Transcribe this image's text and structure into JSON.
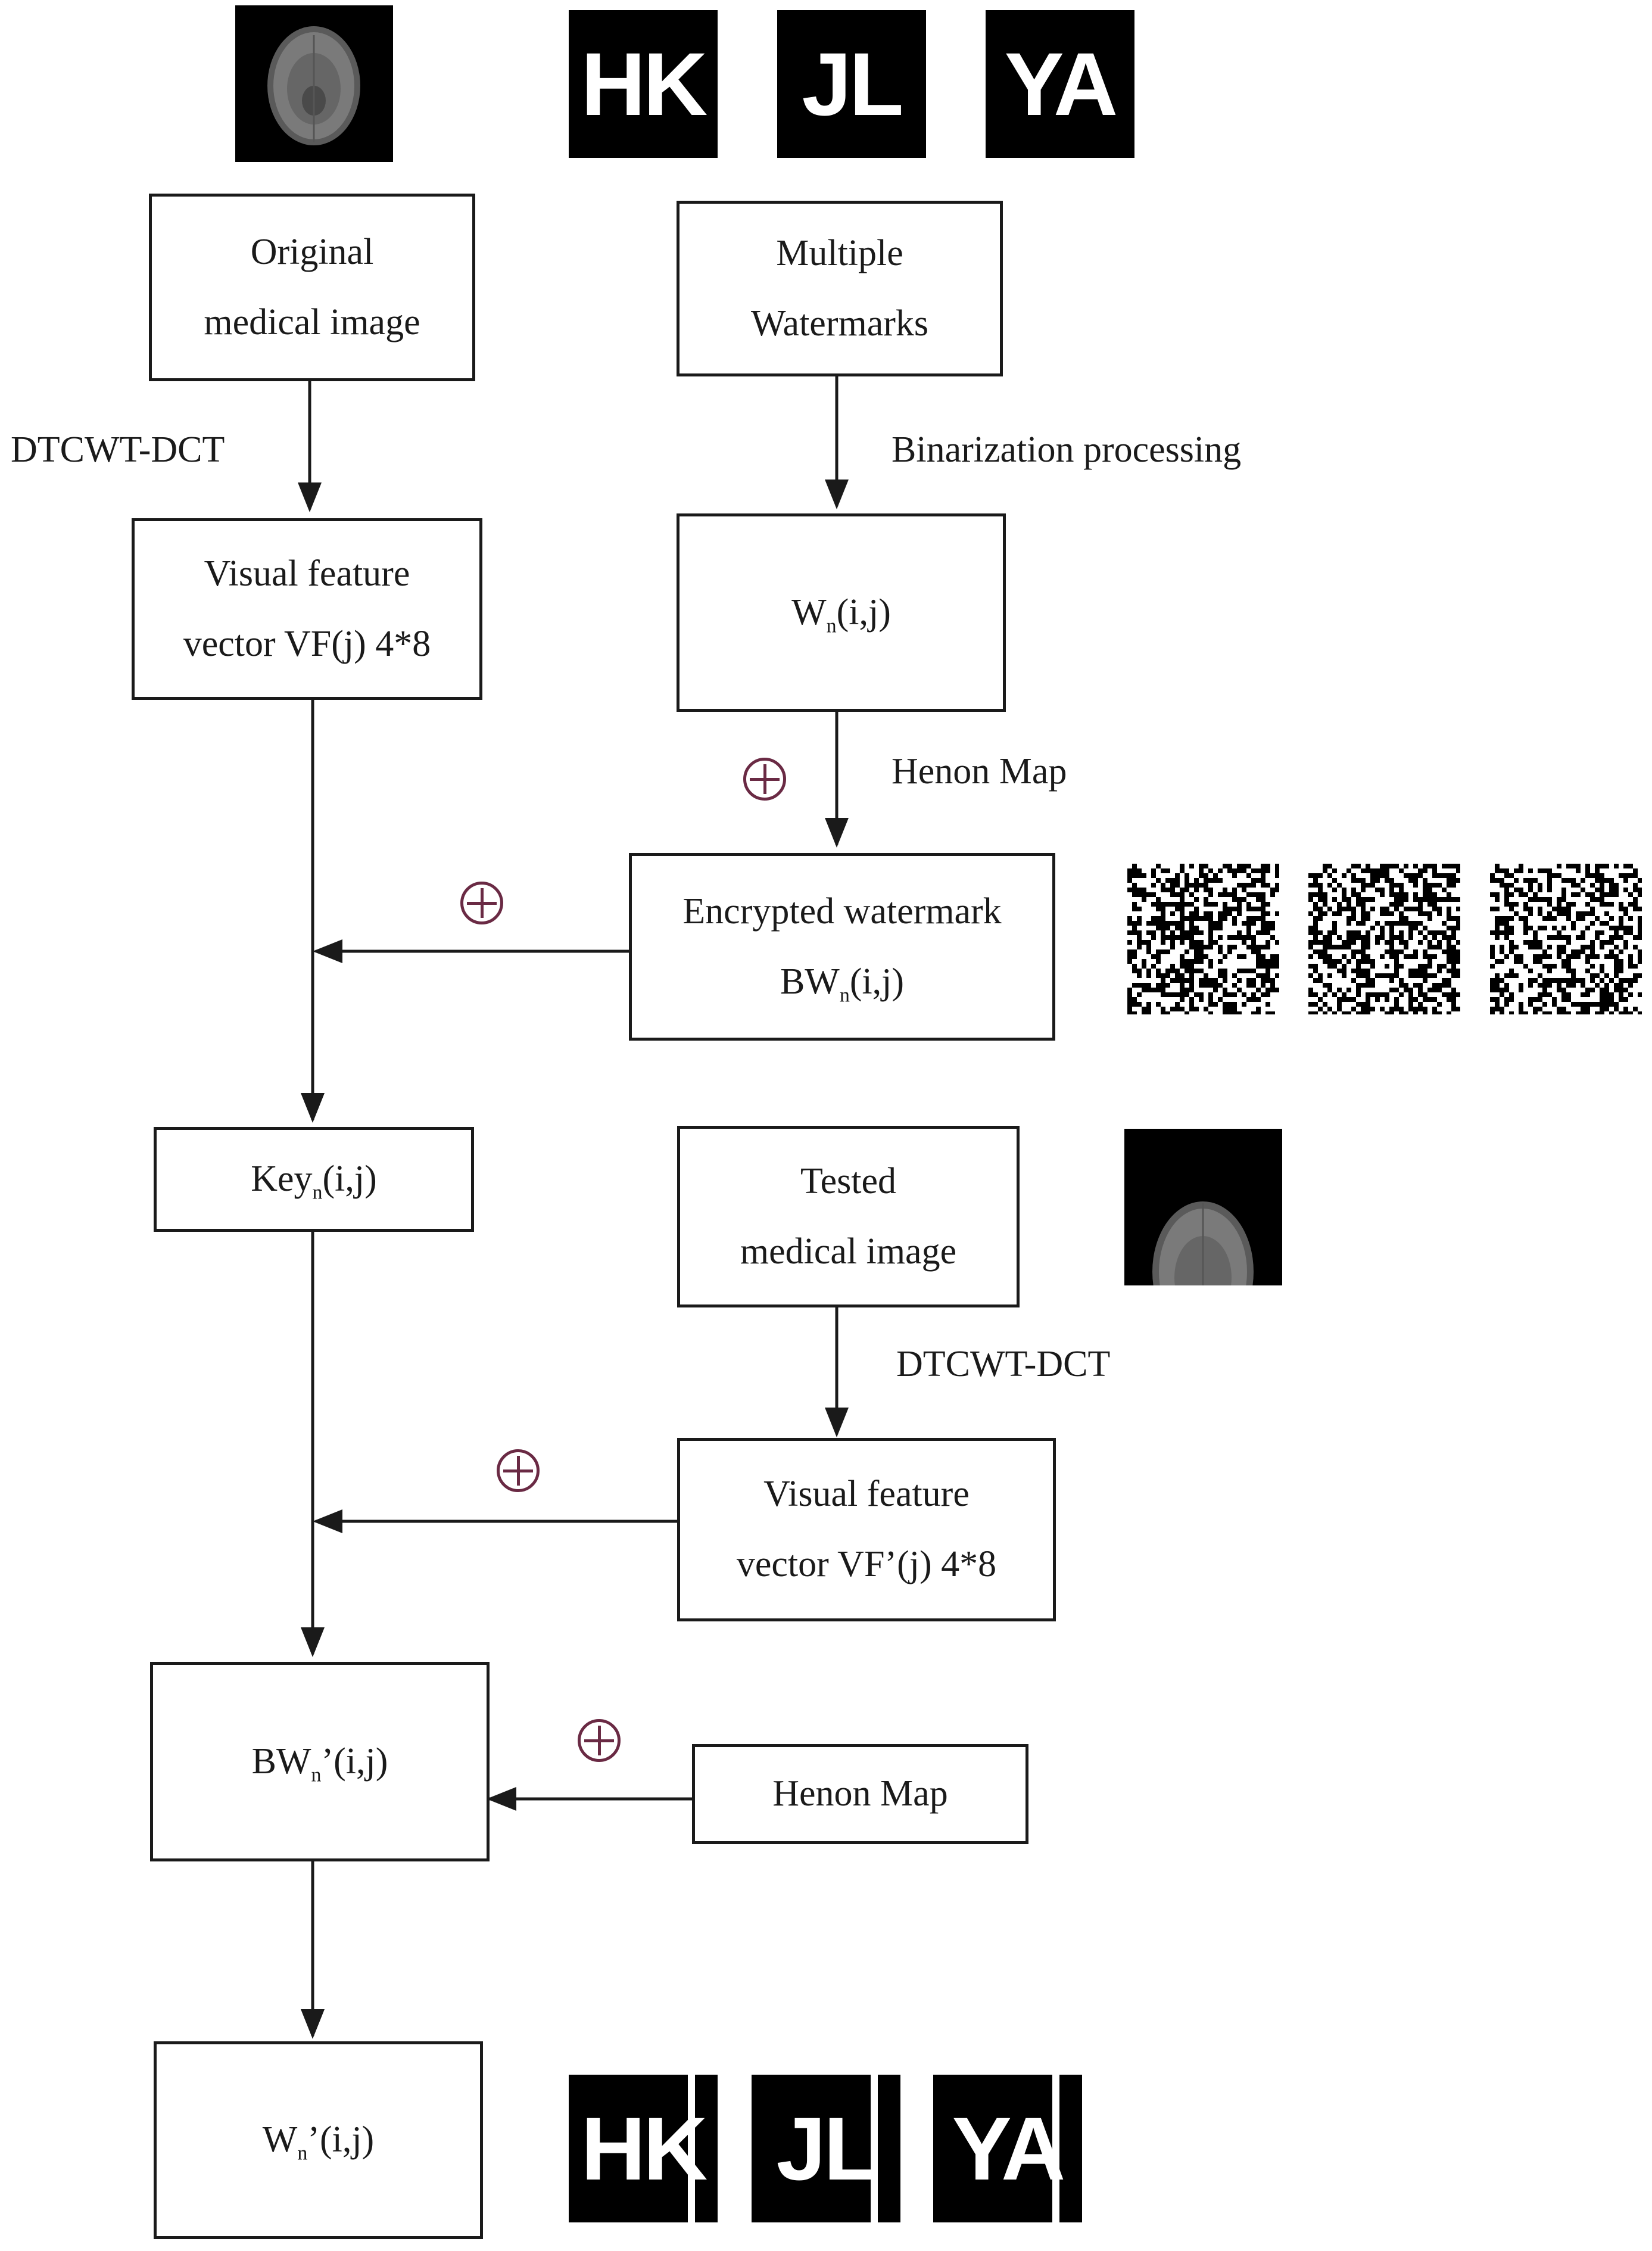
{
  "nodes": {
    "original": [
      "Original",
      "medical image"
    ],
    "multiple": [
      "Multiple",
      "Watermarks"
    ],
    "visual_feature": [
      "Visual feature",
      "vector VF(j) 4*8"
    ],
    "wn": [
      "W",
      "n",
      "(i,j)"
    ],
    "encrypted": [
      "Encrypted watermark",
      "BW",
      "n",
      "(i,j)"
    ],
    "key": [
      "Key",
      "n",
      "(i,j)"
    ],
    "tested": [
      "Tested",
      "medical image"
    ],
    "visual_feature2": [
      "Visual feature",
      "vector VF’(j) 4*8"
    ],
    "bwn_prime": [
      "BW",
      "n",
      "’(i,j)"
    ],
    "henon_box": "Henon Map",
    "wn_prime": [
      "W",
      "n",
      "’(i,j)"
    ]
  },
  "edge_labels": {
    "dtcwt_top": "DTCWT-DCT",
    "binarization": "Binarization processing",
    "henon_top": "Henon Map",
    "dtcwt_bottom": "DTCWT-DCT"
  },
  "watermarks": {
    "original": [
      "HK",
      "JL",
      "YA"
    ],
    "extracted": [
      "HK",
      "JL",
      "YA"
    ]
  },
  "colors": {
    "line": "#1a1a1a",
    "xor_symbol": "#6a2a44"
  }
}
